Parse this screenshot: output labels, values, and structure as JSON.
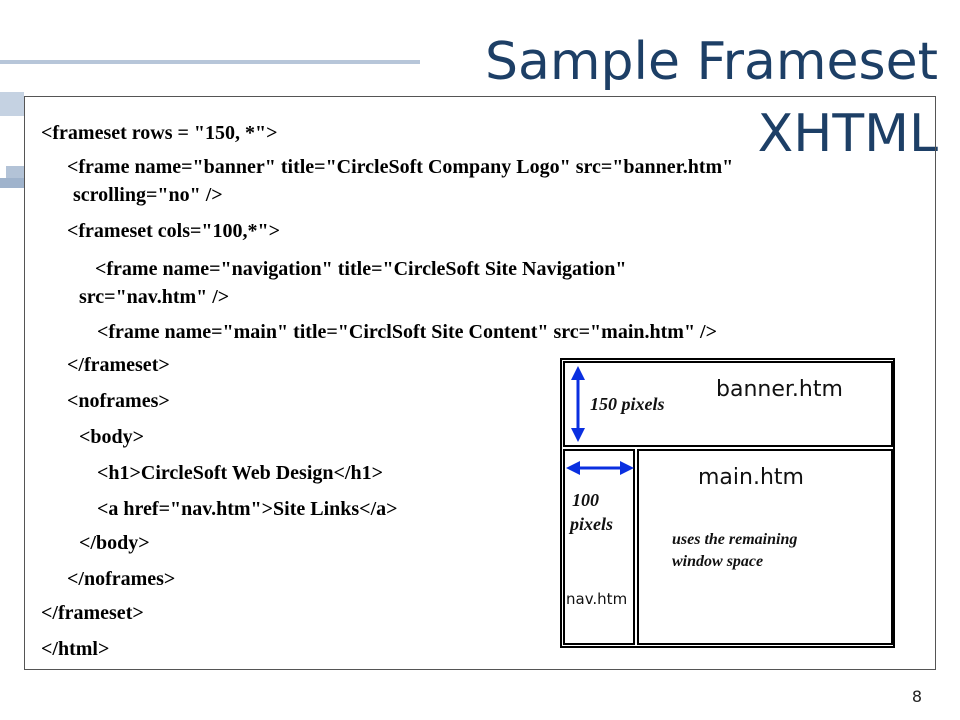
{
  "slide": {
    "title": "Sample Frameset XHTML",
    "page_number": "8",
    "code_lines": [
      "<frameset rows = \"150, *\">",
      "<frame name=\"banner\" title=\"CircleSoft Company Logo\" src=\"banner.htm\"",
      "scrolling=\"no\" />",
      "<frameset cols=\"100,*\">",
      "<frame name=\"navigation\" title=\"CircleSoft Site Navigation\"",
      "src=\"nav.htm\" />",
      "<frame name=\"main\" title=\"CirclSoft Site Content\" src=\"main.htm\" />",
      "</frameset>",
      "<noframes>",
      "<body>",
      "<h1>CircleSoft Web Design</h1>",
      "<a href=\"nav.htm\">Site Links</a>",
      "</body>",
      "</noframes>",
      "</frameset>",
      "</html>"
    ]
  },
  "diagram": {
    "banner_label": "banner.htm",
    "banner_height": "150 pixels",
    "main_label": "main.htm",
    "main_note_1": "uses the remaining",
    "main_note_2": "window space",
    "nav_width_1": "100",
    "nav_width_2": "pixels",
    "nav_label": "nav.htm",
    "arrow_color": "#0a2fe0"
  }
}
